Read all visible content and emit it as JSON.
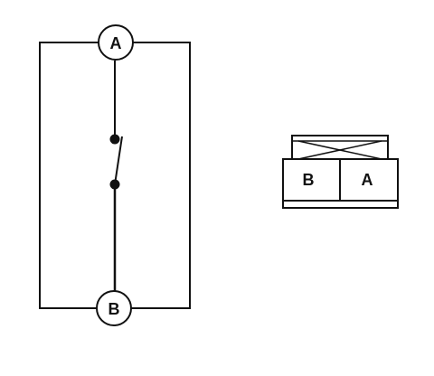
{
  "schematic": {
    "terminal_top": "A",
    "terminal_bottom": "B"
  },
  "connector": {
    "pin_left": "B",
    "pin_right": "A"
  }
}
